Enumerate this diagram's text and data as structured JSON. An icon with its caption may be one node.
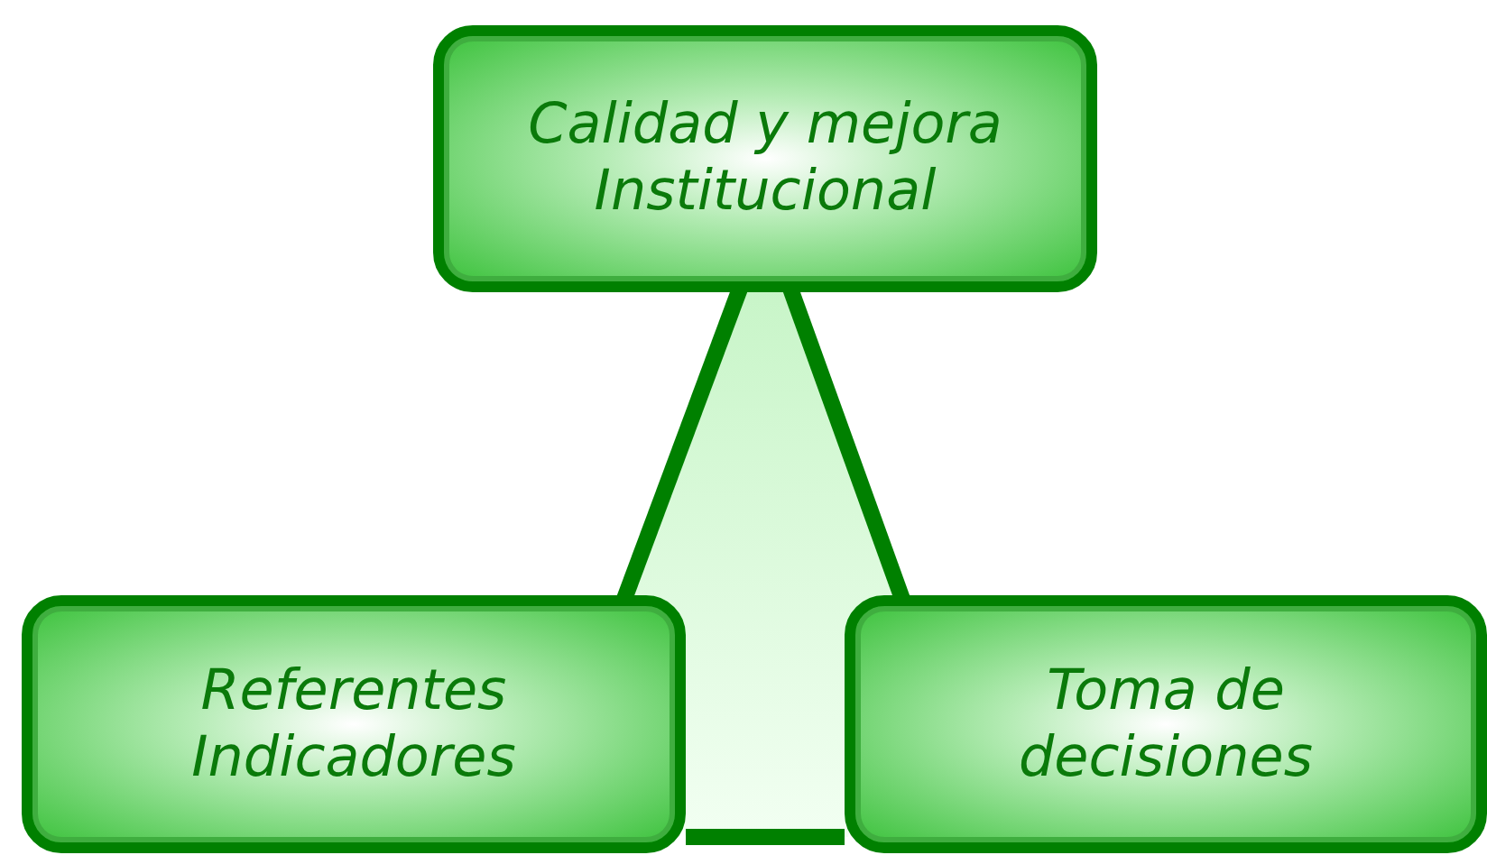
{
  "diagram": {
    "nodes": [
      {
        "text": [
          "Calidad y mejora Institucional"
        ]
      },
      {
        "text": [
          "Referentes Indicadores"
        ]
      },
      {
        "text": [
          "Toma de decisiones"
        ]
      }
    ],
    "edges": [
      {
        "from": 0,
        "to": 1,
        "arrow": "none"
      },
      {
        "from": 0,
        "to": 2,
        "arrow": "none"
      },
      {
        "from": 1,
        "to": 2,
        "arrow": "none"
      }
    ]
  }
}
